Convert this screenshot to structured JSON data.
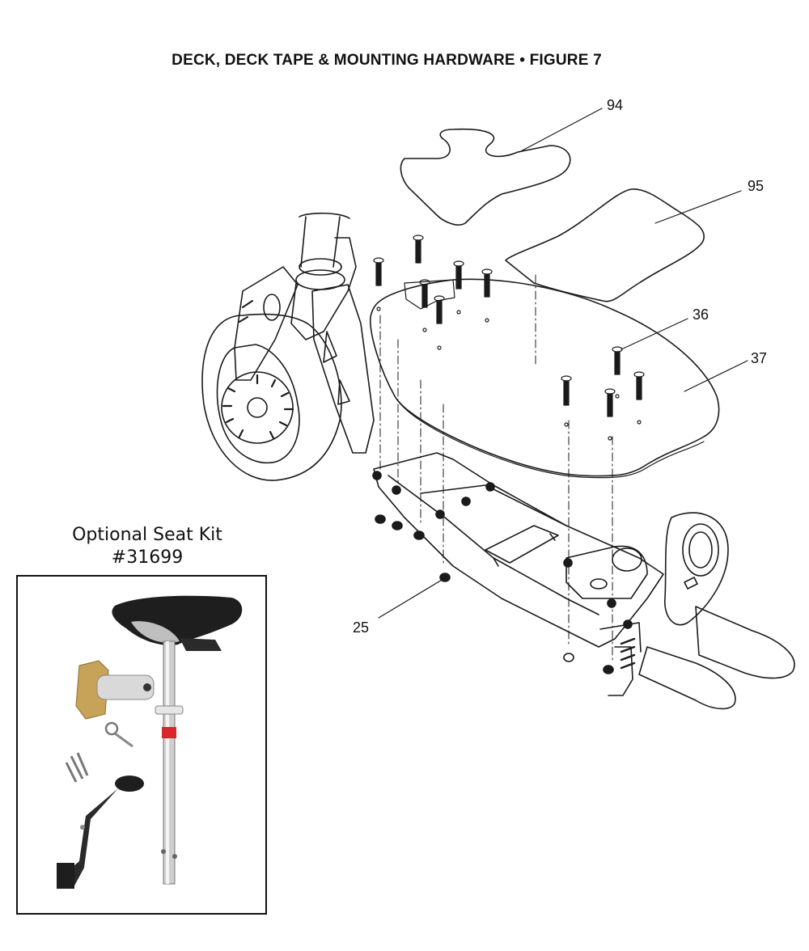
{
  "figure": {
    "title": "DECK, DECK TAPE & MOUNTING HARDWARE  •  FIGURE 7"
  },
  "callouts": [
    {
      "id": "94",
      "label": "94"
    },
    {
      "id": "95",
      "label": "95"
    },
    {
      "id": "36",
      "label": "36"
    },
    {
      "id": "37",
      "label": "37"
    },
    {
      "id": "25",
      "label": "25"
    }
  ],
  "seat_kit": {
    "title": "Optional Seat Kit",
    "part_number": "#31699"
  },
  "colors": {
    "line": "#1a1a1a",
    "seat": "#1e1e1e",
    "chrome": "#c9c9c9",
    "bracket": "#c7a35a",
    "red_band": "#d8262a"
  }
}
